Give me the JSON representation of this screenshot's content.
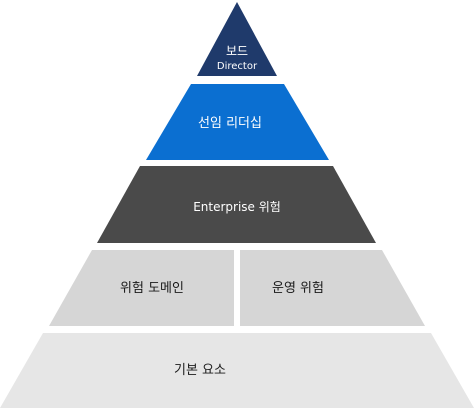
{
  "pyramid": {
    "levels": [
      {
        "id": "board",
        "line1": "보드",
        "line2": "Director",
        "fill": "#1f3a6b",
        "text_color": "#ffffff"
      },
      {
        "id": "senior-leadership",
        "label": "선임 리더십",
        "fill": "#0b6fd1",
        "text_color": "#ffffff"
      },
      {
        "id": "enterprise-risk",
        "label": "Enterprise 위험",
        "fill": "#4a4a4a",
        "text_color": "#ffffff"
      },
      {
        "id": "risk-domain",
        "label": "위험 도메인",
        "fill": "#d6d6d6",
        "text_color": "#1a1a1a"
      },
      {
        "id": "operational-risk",
        "label": "운영 위험",
        "fill": "#d6d6d6",
        "text_color": "#1a1a1a"
      },
      {
        "id": "basic-elements",
        "label": "기본 요소",
        "fill": "#e6e6e6",
        "text_color": "#1a1a1a"
      }
    ]
  }
}
